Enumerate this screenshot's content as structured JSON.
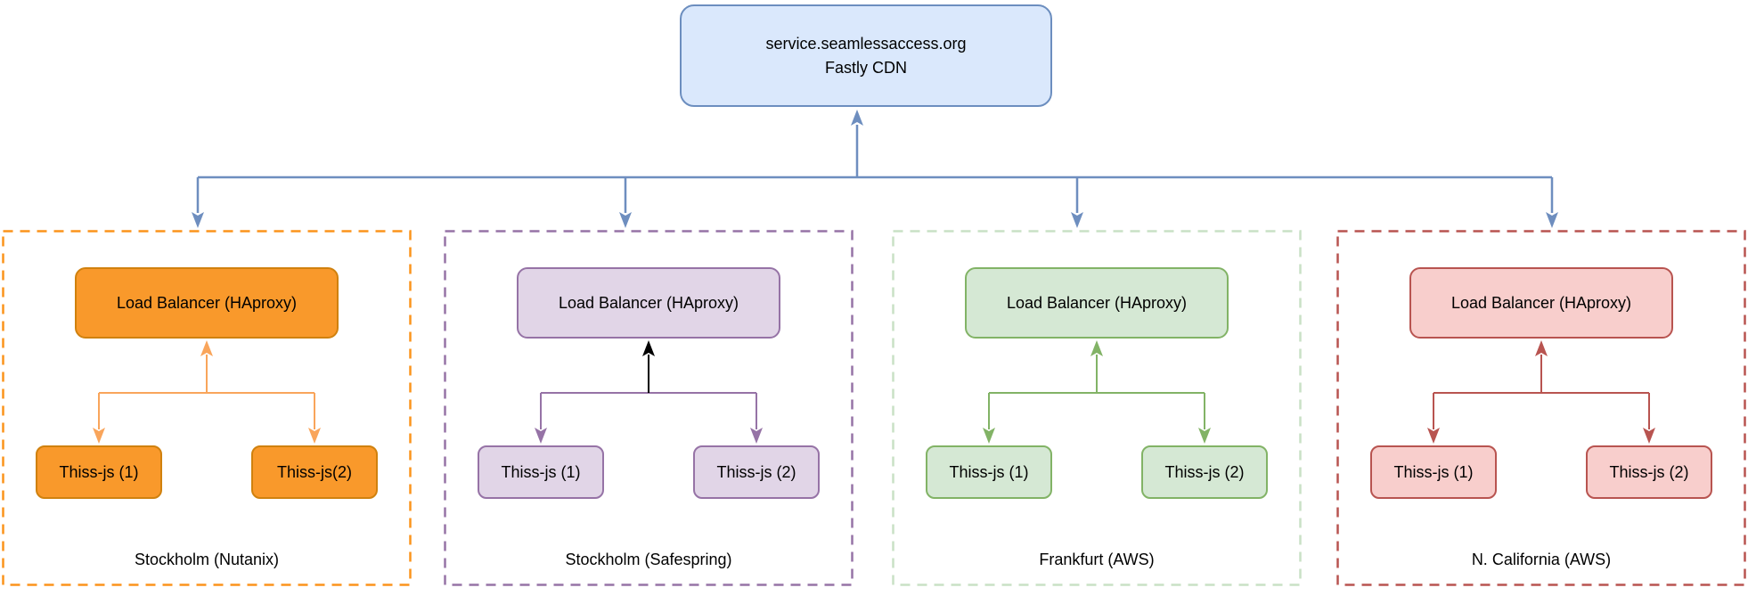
{
  "diagram": {
    "cdn": {
      "title_line1": "service.seamlessaccess.org",
      "title_line2": "Fastly CDN",
      "fill": "#dae8fc",
      "stroke": "#6c8ebf"
    },
    "connector_color": "#6e8ebf",
    "regions": [
      {
        "name": "Stockholm (Nutanix)",
        "load_balancer": "Load Balancer (HAproxy)",
        "nodes": [
          "Thiss-js (1)",
          "Thiss-js(2)"
        ],
        "colors": {
          "border": "#fb941c",
          "fill": "#f9992b",
          "stroke": "#d0810e",
          "arrow": "#f9a55b",
          "stem": "#f9a55b"
        }
      },
      {
        "name": "Stockholm (Safespring)",
        "load_balancer": "Load Balancer (HAproxy)",
        "nodes": [
          "Thiss-js (1)",
          "Thiss-js (2)"
        ],
        "colors": {
          "border": "#9673a6",
          "fill": "#e1d5e7",
          "stroke": "#9673a6",
          "arrow": "#9673a6",
          "stem": "#000000"
        }
      },
      {
        "name": "Frankfurt (AWS)",
        "load_balancer": "Load Balancer (HAproxy)",
        "nodes": [
          "Thiss-js (1)",
          "Thiss-js (2)"
        ],
        "colors": {
          "border": "#c9e1c5",
          "fill": "#d5e8d4",
          "stroke": "#82b366",
          "arrow": "#82b366",
          "stem": "#82b366"
        }
      },
      {
        "name": "N. California (AWS)",
        "load_balancer": "Load Balancer (HAproxy)",
        "nodes": [
          "Thiss-js (1)",
          "Thiss-js (2)"
        ],
        "colors": {
          "border": "#b85450",
          "fill": "#f8cecc",
          "stroke": "#b85450",
          "arrow": "#b85450",
          "stem": "#b85450"
        }
      }
    ]
  }
}
